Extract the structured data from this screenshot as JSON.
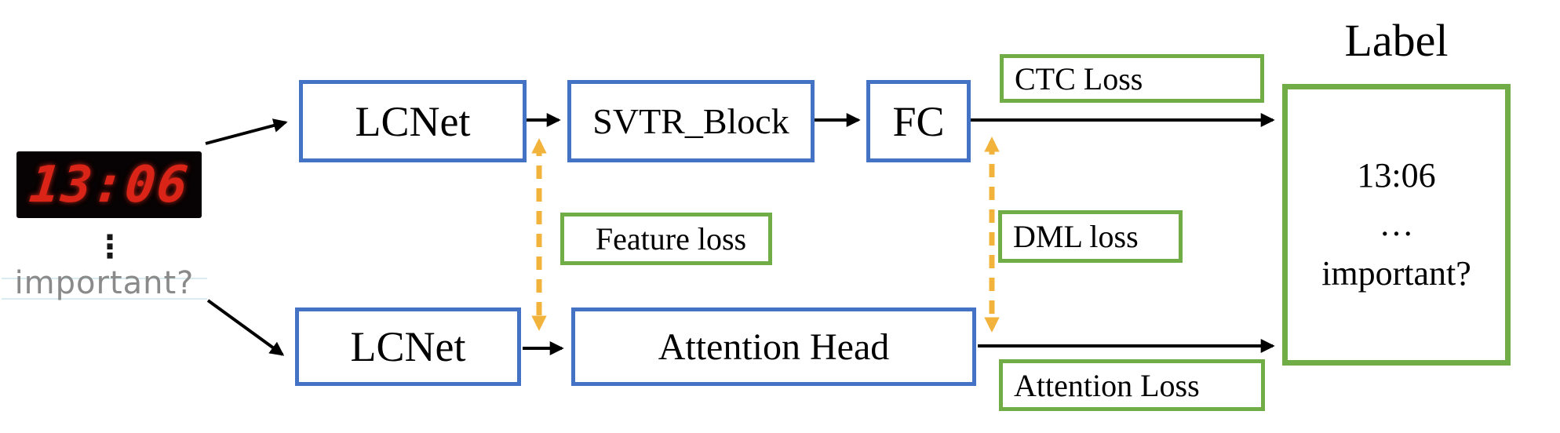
{
  "colors": {
    "blue": "#4472C4",
    "green": "#70AD47",
    "yellow": "#F2B33D",
    "arrow_black": "#000000",
    "clock_red": "#DB2418",
    "clock_bg": "#070203",
    "handwriting": "#8A8A8A",
    "rule_line": "#D9ECEF"
  },
  "input": {
    "clock": "13:06",
    "ellipsis": "⋮",
    "handwritten": "important?"
  },
  "top_branch": {
    "backbone": "LCNet",
    "block": "SVTR_Block",
    "head": "FC"
  },
  "bottom_branch": {
    "backbone": "LCNet",
    "head": "Attention Head"
  },
  "losses": {
    "ctc": "CTC Loss",
    "feature": "Feature loss",
    "dml": "DML loss",
    "attention": "Attention Loss"
  },
  "label": {
    "title": "Label",
    "line1": "13:06",
    "line2": "…",
    "line3": "important?"
  }
}
